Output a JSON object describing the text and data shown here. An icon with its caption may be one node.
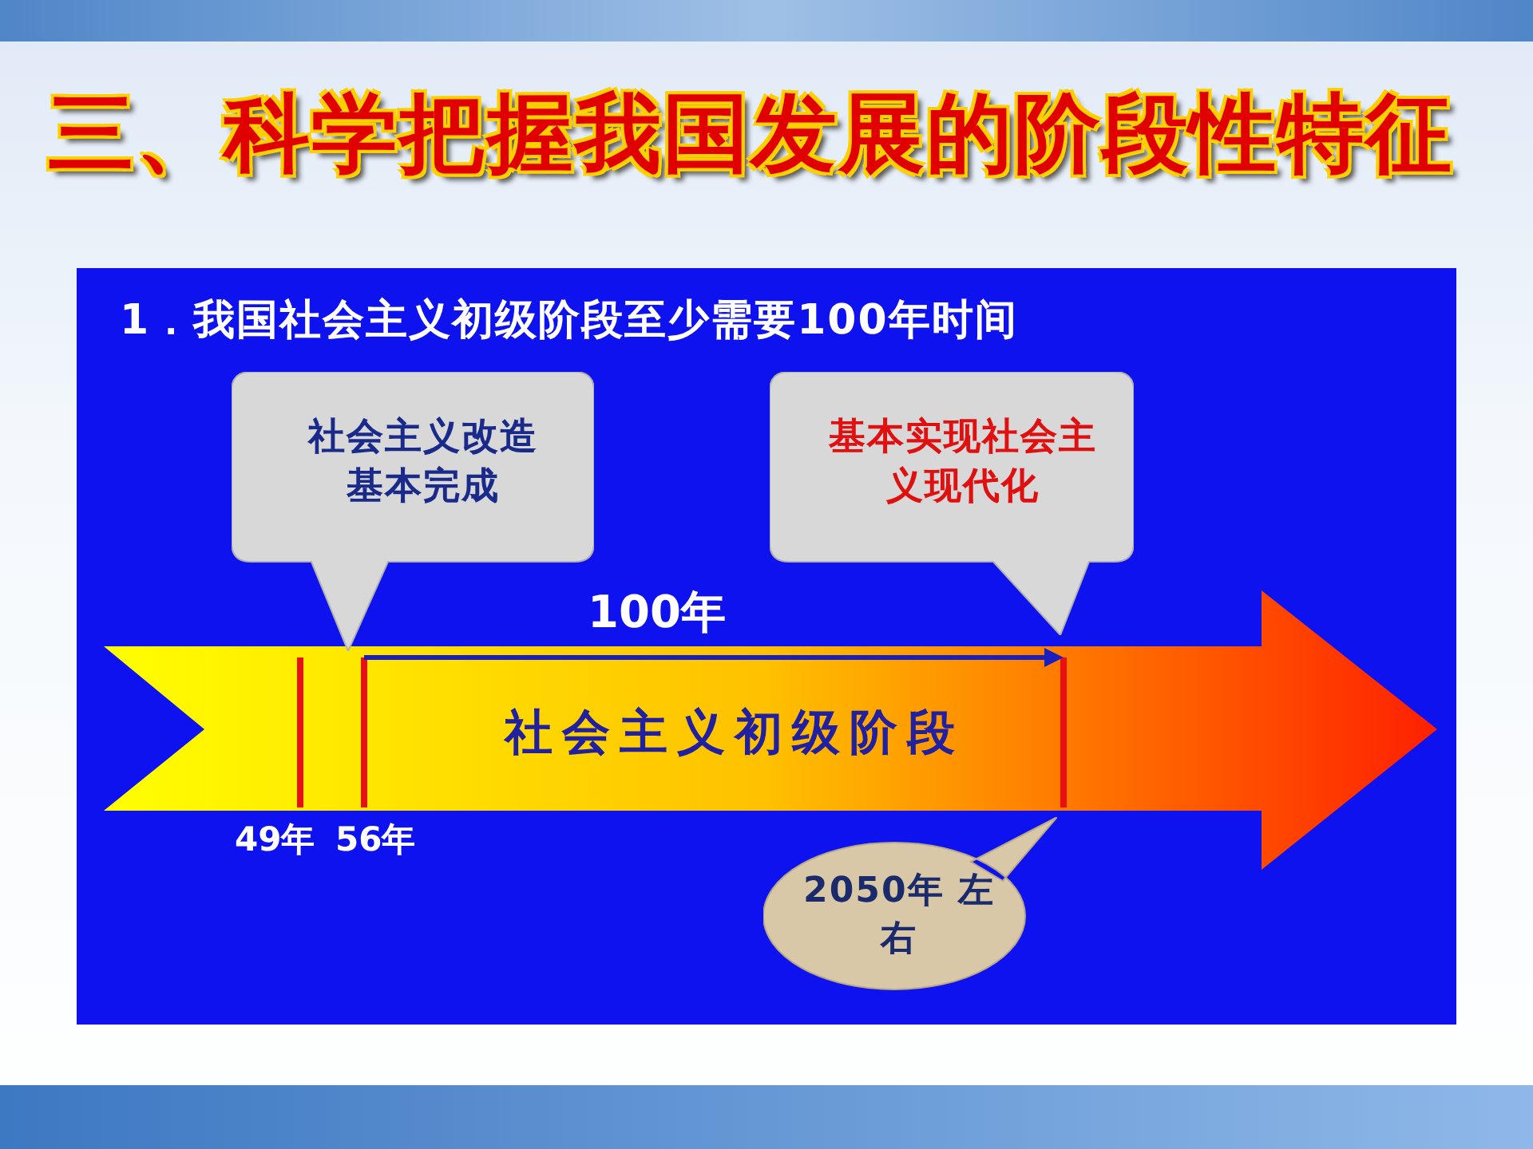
{
  "diagram": {
    "title": "三、科学把握我国发展的阶段性特征",
    "nodes": [
      {
        "text": [
          "社会主义改造基本完成"
        ]
      },
      {
        "text": [
          "基本实现社会主义现代化"
        ]
      },
      {
        "text": [
          "2050年 左右"
        ]
      },
      {
        "text": [
          "社会主义初级阶段"
        ]
      }
    ],
    "labels": [
      "1．我国社会主义初级阶段至少需要100年时间",
      "100年",
      "49年",
      "56年"
    ]
  }
}
